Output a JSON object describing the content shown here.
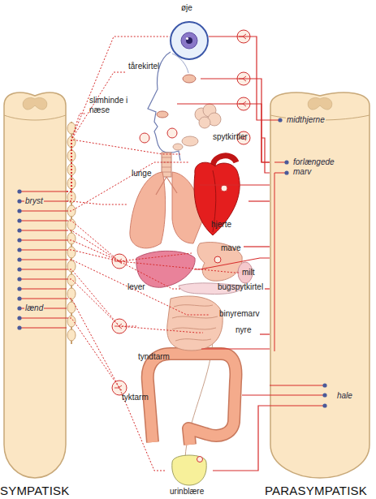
{
  "diagram": {
    "nodes": [
      {
        "text": [
          "øje"
        ]
      },
      {
        "text": [
          "tårekirtel"
        ]
      },
      {
        "text": [
          "slimhinde i næse"
        ]
      },
      {
        "text": [
          "spytkirtler"
        ]
      },
      {
        "text": [
          "lunge"
        ]
      },
      {
        "text": [
          "hjerte"
        ]
      },
      {
        "text": [
          "mave"
        ]
      },
      {
        "text": [
          "milt"
        ]
      },
      {
        "text": [
          "bugspytkirtel"
        ]
      },
      {
        "text": [
          "lever"
        ]
      },
      {
        "text": [
          "binyremarv"
        ]
      },
      {
        "text": [
          "nyre"
        ]
      },
      {
        "text": [
          "tyndtarm"
        ]
      },
      {
        "text": [
          "tyktarm"
        ]
      },
      {
        "text": [
          "urinblære"
        ]
      },
      {
        "text": [
          "bryst",
          "lænd",
          "SYMPATISK"
        ]
      },
      {
        "text": [
          "midthjerne",
          "forlængede marv",
          "hale",
          "PARASYMPATISK"
        ]
      }
    ],
    "edges": [
      {
        "from": 15,
        "to": 0,
        "arrow": "none"
      },
      {
        "from": 15,
        "to": 1,
        "arrow": "none"
      },
      {
        "from": 15,
        "to": 2,
        "arrow": "none"
      },
      {
        "from": 15,
        "to": 3,
        "arrow": "none"
      },
      {
        "from": 15,
        "to": 4,
        "arrow": "none"
      },
      {
        "from": 15,
        "to": 5,
        "arrow": "none"
      },
      {
        "from": 15,
        "to": 6,
        "arrow": "none"
      },
      {
        "from": 15,
        "to": 7,
        "arrow": "none"
      },
      {
        "from": 15,
        "to": 8,
        "arrow": "none"
      },
      {
        "from": 15,
        "to": 9,
        "arrow": "none"
      },
      {
        "from": 15,
        "to": 10,
        "arrow": "none"
      },
      {
        "from": 15,
        "to": 11,
        "arrow": "none"
      },
      {
        "from": 15,
        "to": 12,
        "arrow": "none"
      },
      {
        "from": 15,
        "to": 13,
        "arrow": "none"
      },
      {
        "from": 15,
        "to": 14,
        "arrow": "none"
      },
      {
        "from": 16,
        "to": 0,
        "arrow": "none"
      },
      {
        "from": 16,
        "to": 1,
        "arrow": "none"
      },
      {
        "from": 16,
        "to": 2,
        "arrow": "none"
      },
      {
        "from": 16,
        "to": 3,
        "arrow": "none"
      },
      {
        "from": 16,
        "to": 4,
        "arrow": "none"
      },
      {
        "from": 16,
        "to": 5,
        "arrow": "none"
      },
      {
        "from": 16,
        "to": 6,
        "arrow": "none"
      },
      {
        "from": 16,
        "to": 8,
        "arrow": "none"
      },
      {
        "from": 16,
        "to": 9,
        "arrow": "none"
      },
      {
        "from": 16,
        "to": 11,
        "arrow": "none"
      },
      {
        "from": 16,
        "to": 12,
        "arrow": "none"
      },
      {
        "from": 16,
        "to": 13,
        "arrow": "none"
      },
      {
        "from": 16,
        "to": 14,
        "arrow": "none"
      }
    ]
  }
}
